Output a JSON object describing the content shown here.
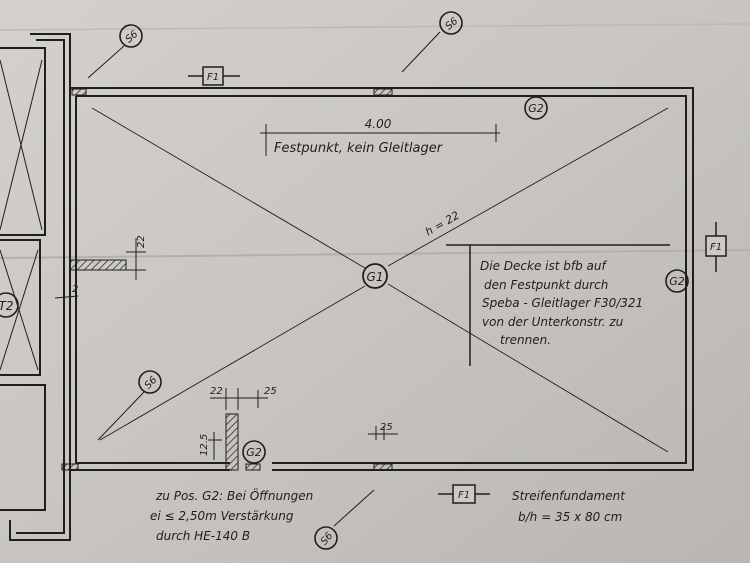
{
  "markers": {
    "s6": "S6",
    "g1": "G1",
    "g2": "G2",
    "f1": "F1",
    "t2": "T2"
  },
  "dims": {
    "span": "4.00",
    "h": "h = 22",
    "d22": "22",
    "d2": "2",
    "d25": "25",
    "d125": "12.5"
  },
  "notes": {
    "festpunkt": "Festpunkt, kein Gleitlager",
    "decke": [
      "Die Decke ist bfb auf",
      "den Festpunkt durch",
      "Speba - Gleitlager F30/321",
      "von der Unterkonstr. zu",
      "trennen."
    ],
    "opening": [
      "zu Pos. G2: Bei Öffnungen",
      "ei ≤ 2,50m Verstärkung",
      "durch HE-140 B"
    ],
    "foundation": [
      "Streifenfundament",
      "b/h = 35 x 80 cm"
    ]
  },
  "colors": {
    "paper": "#c9c6c2",
    "ink": "#1e1e1e"
  }
}
